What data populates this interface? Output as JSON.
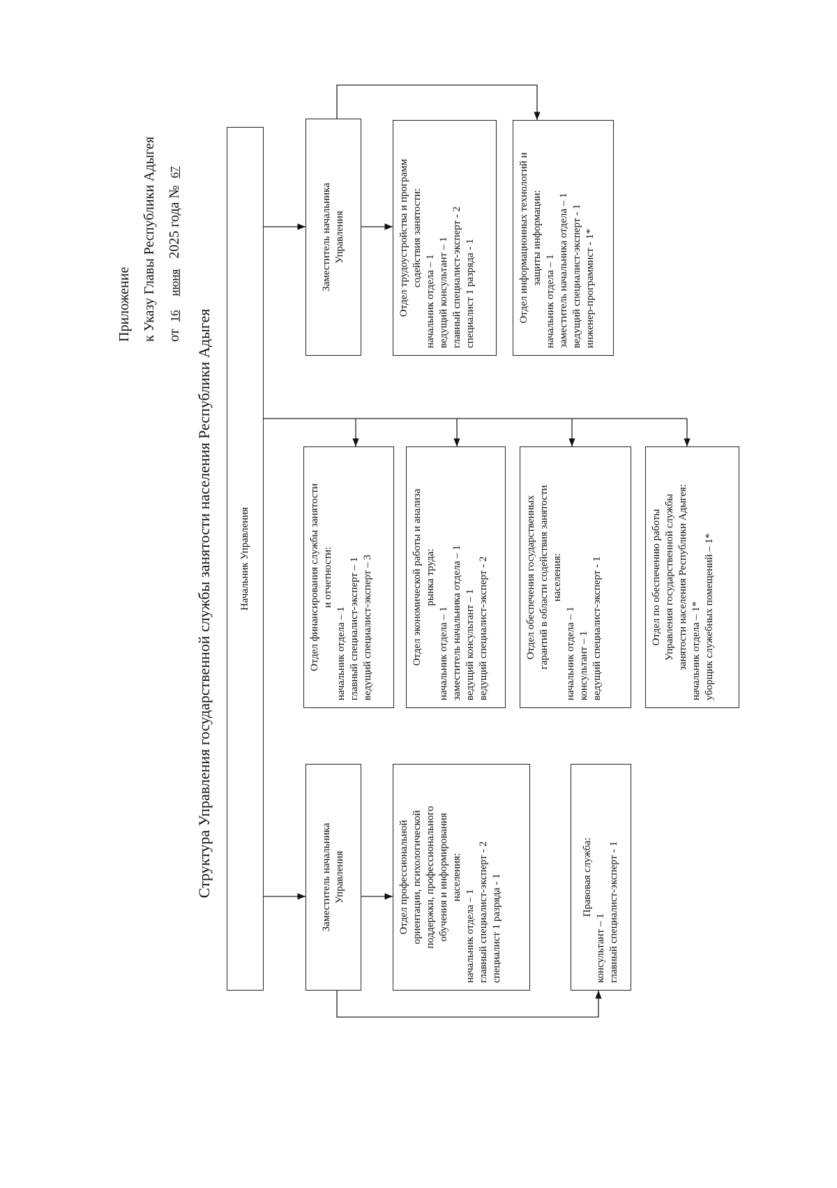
{
  "appendix": {
    "line1": "Приложение",
    "line2": "к Указу Главы Республики Адыгея",
    "from": "от",
    "day": "16",
    "month": "июня",
    "year_text": "2025 года №",
    "number": "67"
  },
  "title": "Структура Управления государственной службы занятости населения Республики Адыгея",
  "head": "Начальник Управления",
  "deputy_left": [
    "Заместитель начальника",
    "Управления"
  ],
  "deputy_right": [
    "Заместитель начальника",
    "Управления"
  ],
  "dept_prof": {
    "title": [
      "Отдел профессиональной",
      "ориентации, психологической",
      "поддержки, профессионального",
      "обучения и информирования",
      "населения:"
    ],
    "staff": [
      "начальник отдела – 1",
      "главный специалист-эксперт - 2",
      "специалист 1 разряда - 1"
    ]
  },
  "legal": {
    "title": [
      "Правовая служба:"
    ],
    "staff": [
      "консультант – 1",
      "главный специалист-эксперт - 1"
    ]
  },
  "dept_finance": {
    "title": [
      "Отдел финансирования службы занятости",
      "и отчетности:"
    ],
    "staff": [
      "начальник отдела – 1",
      "главный специалист-эксперт – 1",
      "ведущий специалист-эксперт – 3"
    ]
  },
  "dept_econ": {
    "title": [
      "Отдел экономической работы и анализа",
      "рынка труда:"
    ],
    "staff": [
      "начальник отдела – 1",
      "заместитель начальника отдела – 1",
      "ведущий консультант – 1",
      "ведущий специалист-эксперт - 2"
    ]
  },
  "dept_guarantees": {
    "title": [
      "Отдел обеспечения государственных",
      "гарантий в области содействия занятости",
      "населения:"
    ],
    "staff": [
      "начальник отдела – 1",
      "консультант – 1",
      "ведущий специалист-эксперт - 1"
    ]
  },
  "dept_support": {
    "title": [
      "Отдел по обеспечению работы",
      "Управления государственной службы",
      "занятости населения Республики Адыгея:"
    ],
    "staff": [
      "начальник отдела – 1*",
      "уборщик служебных помещений – 1*"
    ]
  },
  "dept_employment": {
    "title": [
      "Отдел трудоустройства и программ",
      "содействия занятости:"
    ],
    "staff": [
      "начальник отдела – 1",
      "ведущий консультант – 1",
      "главный специалист-эксперт - 2",
      "специалист 1 разряда - 1"
    ]
  },
  "dept_it": {
    "title": [
      "Отдел информационных технологий и",
      "защиты информации:"
    ],
    "staff": [
      "начальник отдела – 1",
      "заместитель начальника отдела – 1",
      "ведущий специалист-эксперт - 1",
      "инженер-программист - 1*"
    ]
  }
}
